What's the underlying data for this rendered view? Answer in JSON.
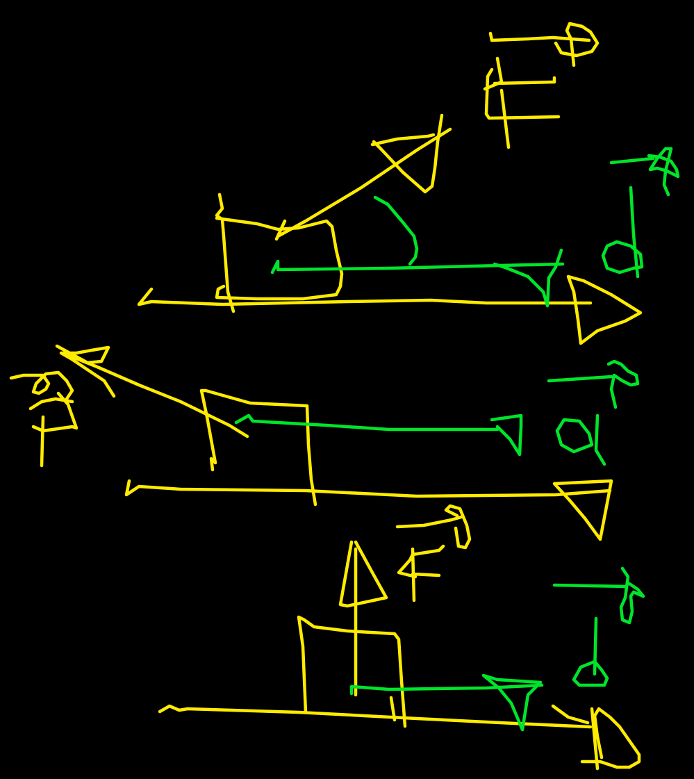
{
  "colors": {
    "background": "#000000",
    "force_ink": "#FFEB00",
    "displacement_ink": "#00E52A"
  },
  "diagram": {
    "panels": [
      {
        "name": "panel-bottom",
        "force_direction": "vertical-up",
        "angle_marked": false,
        "labels": {
          "force": "F",
          "displacement": "d"
        }
      },
      {
        "name": "panel-middle",
        "force_direction": "angled-up-left",
        "angle_marked": false,
        "labels": {
          "force": "F",
          "displacement": "d"
        }
      },
      {
        "name": "panel-top",
        "force_direction": "angled-up-right",
        "angle_marked": true,
        "labels": {
          "force": "F",
          "displacement": "d"
        }
      }
    ]
  }
}
